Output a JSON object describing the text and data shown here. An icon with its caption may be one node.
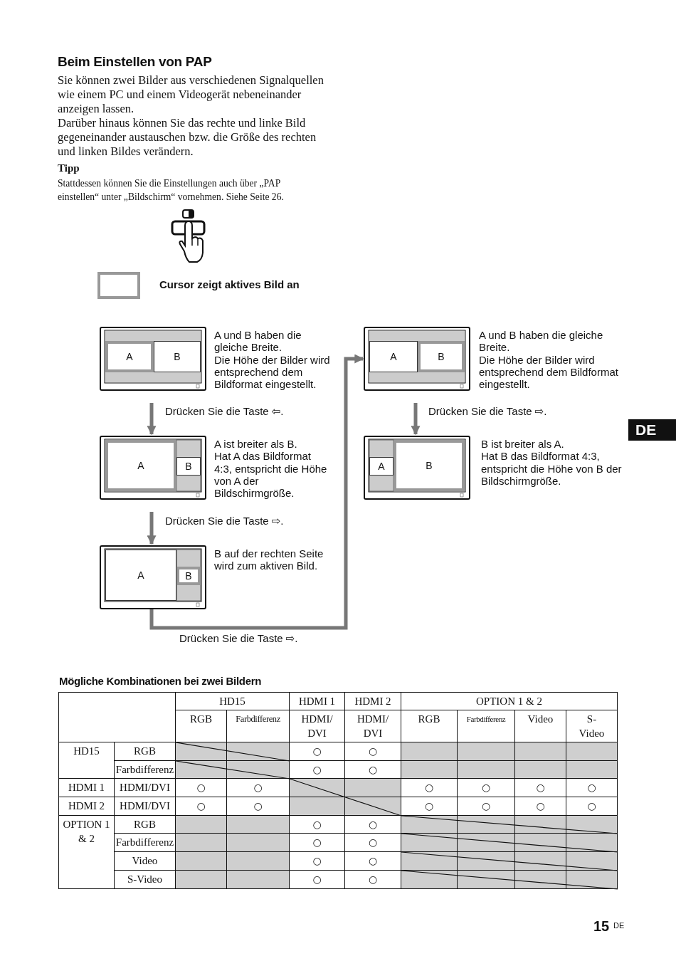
{
  "diagram": {
    "title": "Beim Einstellen von PAP",
    "nodes": [
      {
        "text": [
          "A",
          "B"
        ],
        "beside": [
          "A und B haben die gleiche Breite.",
          "Die Höhe der Bilder wird entsprechend dem Bildformat eingestellt."
        ]
      },
      {
        "text": [
          "A",
          "B"
        ],
        "beside": [
          "A und B haben die gleiche Breite.",
          "Die Höhe der Bilder wird entsprechend dem Bildformat eingestellt."
        ]
      },
      {
        "text": [
          "A",
          "B"
        ],
        "beside": [
          "A ist breiter als B.",
          "Hat A das Bildformat 4:3, entspricht die Höhe von A der Bildschirmgröße."
        ]
      },
      {
        "text": [
          "A",
          "B"
        ],
        "beside": [
          "B ist breiter als A.",
          "Hat B das Bildformat 4:3, entspricht die Höhe von B der Bildschirmgröße."
        ]
      },
      {
        "text": [
          "A",
          "B"
        ],
        "beside": [
          "B auf der rechten Seite wird zum aktiven Bild."
        ]
      }
    ],
    "edges": [
      {
        "from": 0,
        "to": 2,
        "arrow": "to",
        "label": "Drücken Sie die Taste ⇦."
      },
      {
        "from": 2,
        "to": 4,
        "arrow": "to",
        "label": "Drücken Sie die Taste ⇨."
      },
      {
        "from": 4,
        "to": 1,
        "arrow": "to",
        "label": "Drücken Sie die Taste ⇨."
      },
      {
        "from": 1,
        "to": 3,
        "arrow": "to",
        "label": "Drücken Sie die Taste ⇨."
      }
    ],
    "labels": [
      "Sie können zwei Bilder aus verschiedenen Signalquellen wie einem PC und einem Videogerät nebeneinander anzeigen lassen.",
      "Darüber hinaus können Sie das rechte und linke Bild gegeneinander austauschen bzw. die Größe des rechten und linken Bildes verändern.",
      "Tipp",
      "Stattdessen können Sie die Einstellungen auch über „PAP einstellen“ unter „Bildschirm“ vornehmen. Siehe Seite 26.",
      "DE",
      "Mögliche Kombinationen bei zwei Bildern",
      "HD15",
      "HDMI 1",
      "HDMI 2",
      "OPTION 1 & 2",
      "RGB",
      "Farbdifferenz",
      "HDMI/ DVI",
      "HDMI/ DVI",
      "RGB",
      "Farbdifferenz",
      "Video",
      "S-Video",
      "HD15",
      "RGB",
      "○",
      "○",
      "Farbdifferenz",
      "○",
      "○",
      "HDMI 1",
      "HDMI/DVI",
      "○",
      "○",
      "○",
      "○",
      "○",
      "○",
      "HDMI 2",
      "HDMI/DVI",
      "○",
      "○",
      "○",
      "○",
      "○",
      "○",
      "OPTION 1 & 2",
      "RGB",
      "○",
      "○",
      "Farbdifferenz",
      "○",
      "○",
      "Video",
      "○",
      "○",
      "S-Video",
      "○",
      "○",
      "15",
      "DE"
    ],
    "legend": [
      {
        "text": "Cursor zeigt aktives Bild an"
      }
    ]
  }
}
